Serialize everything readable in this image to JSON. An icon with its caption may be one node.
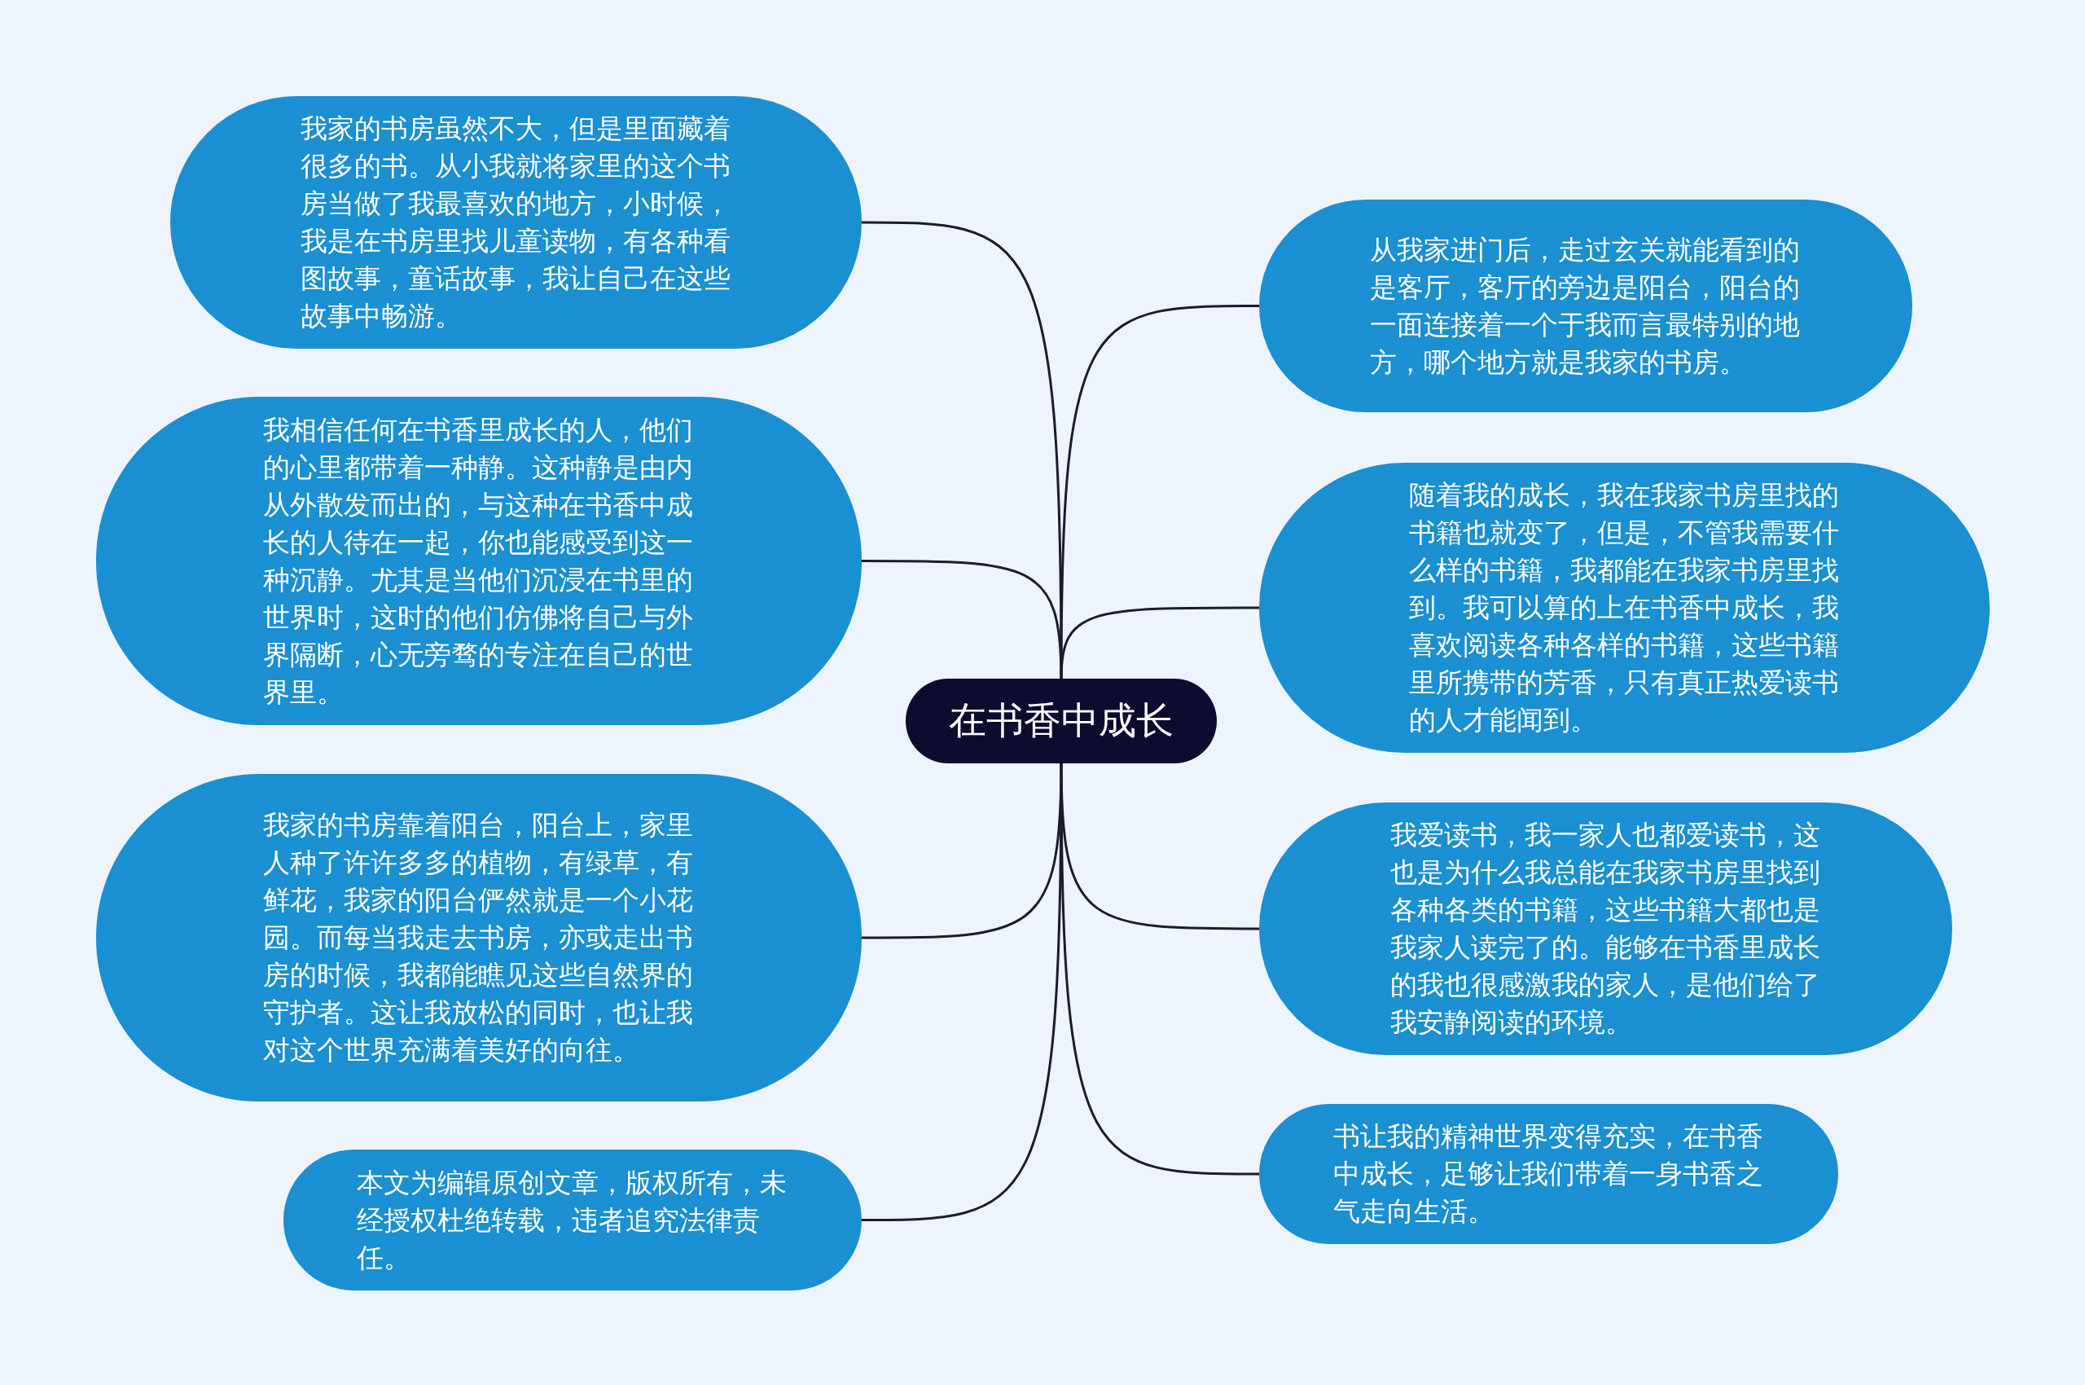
{
  "diagram": {
    "nodes": [
      {
        "text": [
          "在书香中成长"
        ]
      },
      {
        "text": [
          "我家的书房虽然不大，但是里面藏着很多的书。从小我就将家里的这个书房当做了我最喜欢的地方，小时候，我是在书房里找儿童读物，有各种看图故事，童话故事，我让自己在这些故事中畅游。"
        ]
      },
      {
        "text": [
          "我相信任何在书香里成长的人，他们的心里都带着一种静。这种静是由内从外散发而出的，与这种在书香中成长的人待在一起，你也能感受到这一种沉静。尤其是当他们沉浸在书里的世界时，这时的他们仿佛将自己与外界隔断，心无旁骛的专注在自己的世界里。"
        ]
      },
      {
        "text": [
          "我家的书房靠着阳台，阳台上，家里人种了许许多多的植物，有绿草，有鲜花，我家的阳台俨然就是一个小花园。而每当我走去书房，亦或走出书房的时候，我都能瞧见这些自然界的守护者。这让我放松的同时，也让我对这个世界充满着美好的向往。"
        ]
      },
      {
        "text": [
          "本文为编辑原创文章，版权所有，未经授权杜绝转载，违者追究法律责任。"
        ]
      },
      {
        "text": [
          "从我家进门后，走过玄关就能看到的是客厅，客厅的旁边是阳台，阳台的一面连接着一个于我而言最特别的地方，哪个地方就是我家的书房。"
        ]
      },
      {
        "text": [
          "随着我的成长，我在我家书房里找的书籍也就变了，但是，不管我需要什么样的书籍，我都能在我家书房里找到。我可以算的上在书香中成长，我喜欢阅读各种各样的书籍，这些书籍里所携带的芳香，只有真正热爱读书的人才能闻到。"
        ]
      },
      {
        "text": [
          "我爱读书，我一家人也都爱读书，这也是为什么我总能在我家书房里找到各种各类的书籍，这些书籍大都也是我家人读完了的。能够在书香里成长的我也很感激我的家人，是他们给了我安静阅读的环境。"
        ]
      },
      {
        "text": [
          "书让我的精神世界变得充实，在书香中成长，足够让我们带着一身书香之气走向生活。"
        ]
      }
    ],
    "edges": [
      {
        "from": 0,
        "to": 1,
        "arrow": "none"
      },
      {
        "from": 0,
        "to": 2,
        "arrow": "none"
      },
      {
        "from": 0,
        "to": 3,
        "arrow": "none"
      },
      {
        "from": 0,
        "to": 4,
        "arrow": "none"
      },
      {
        "from": 0,
        "to": 5,
        "arrow": "none"
      },
      {
        "from": 0,
        "to": 6,
        "arrow": "none"
      },
      {
        "from": 0,
        "to": 7,
        "arrow": "none"
      },
      {
        "from": 0,
        "to": 8,
        "arrow": "none"
      }
    ]
  }
}
